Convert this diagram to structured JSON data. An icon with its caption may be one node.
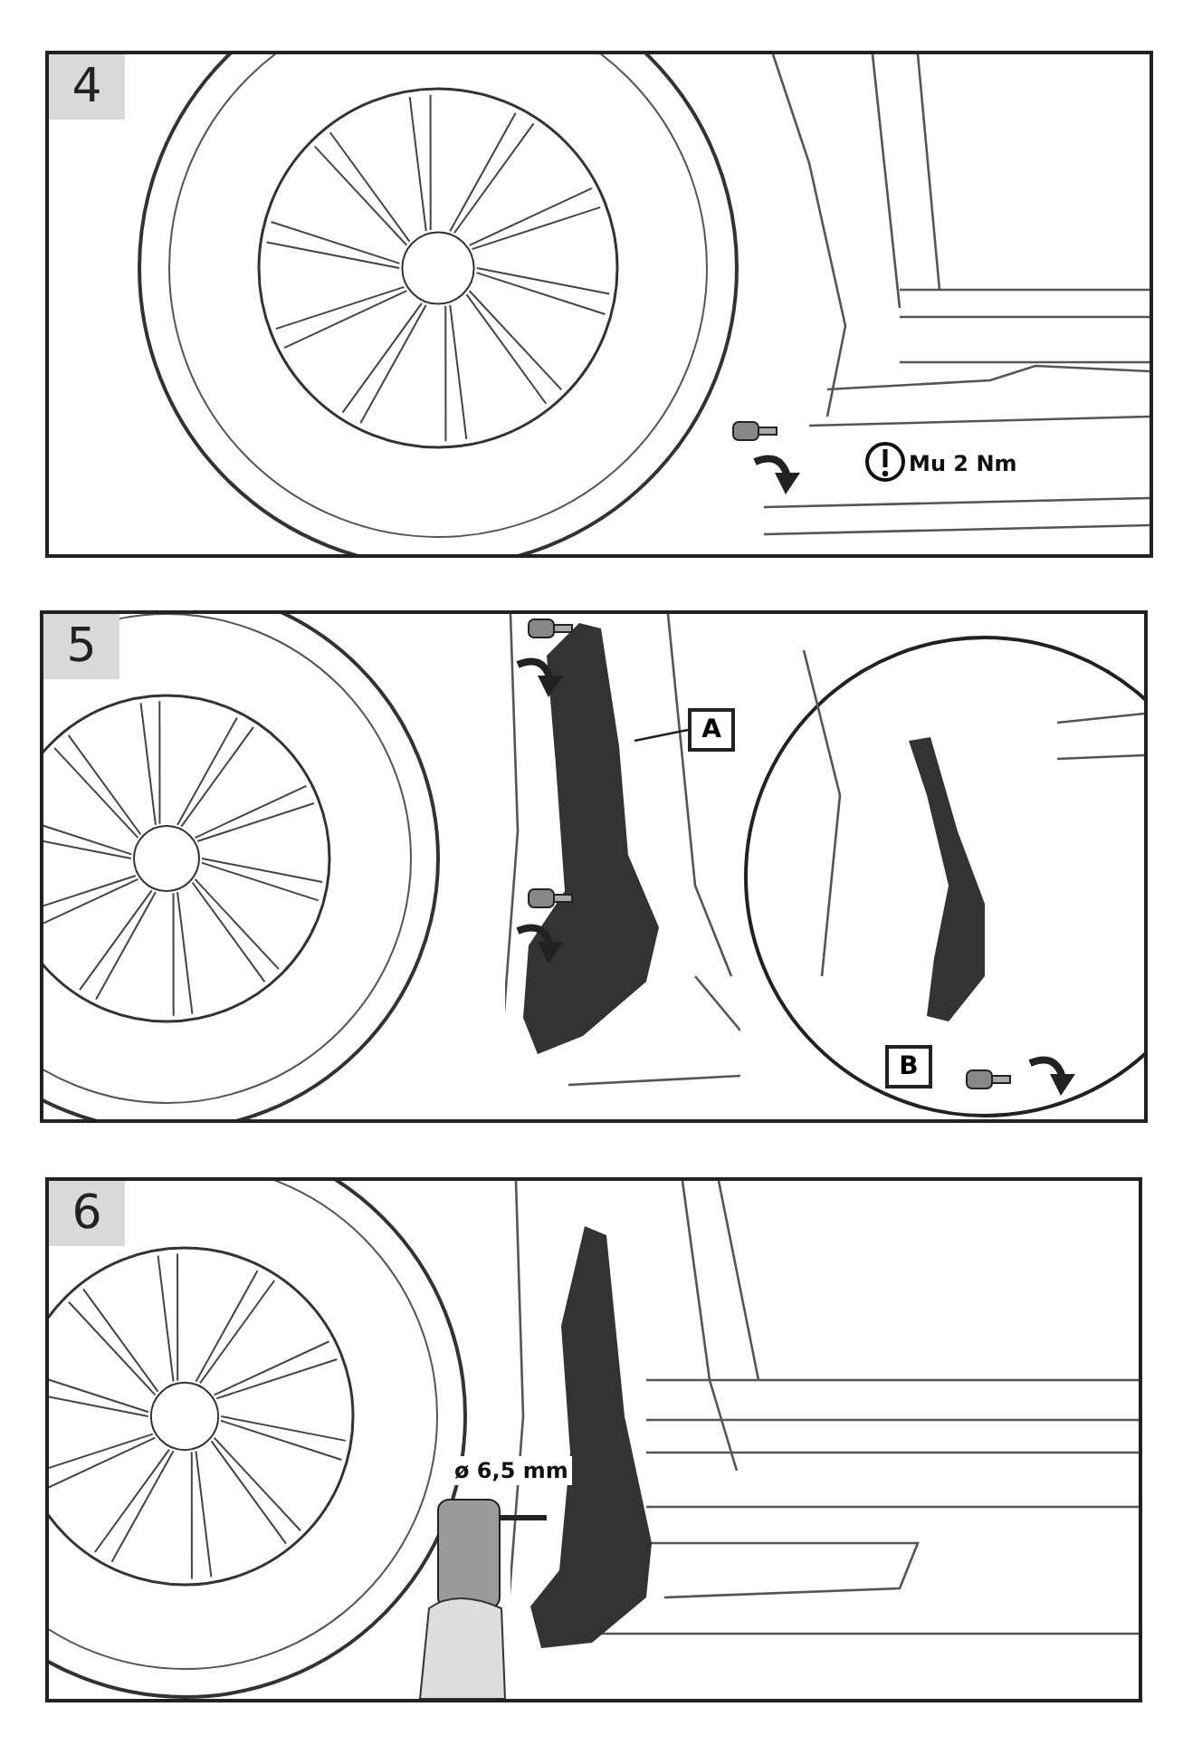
{
  "diagram": {
    "nodes": [
      {
        "text": [
          "4"
        ]
      },
      {
        "text": [
          "5"
        ]
      },
      {
        "text": [
          "A"
        ],
        "in": 1
      },
      {
        "text": [],
        "shape": "picture",
        "in": 1
      },
      {
        "text": [
          "B"
        ],
        "in": 1
      },
      {
        "text": [
          "6"
        ]
      }
    ],
    "edges": [
      {
        "from": 2,
        "to": 3,
        "arrow": "none"
      }
    ],
    "labels": [
      "Mu 2 Nm",
      "ø 6,5 mm"
    ]
  }
}
